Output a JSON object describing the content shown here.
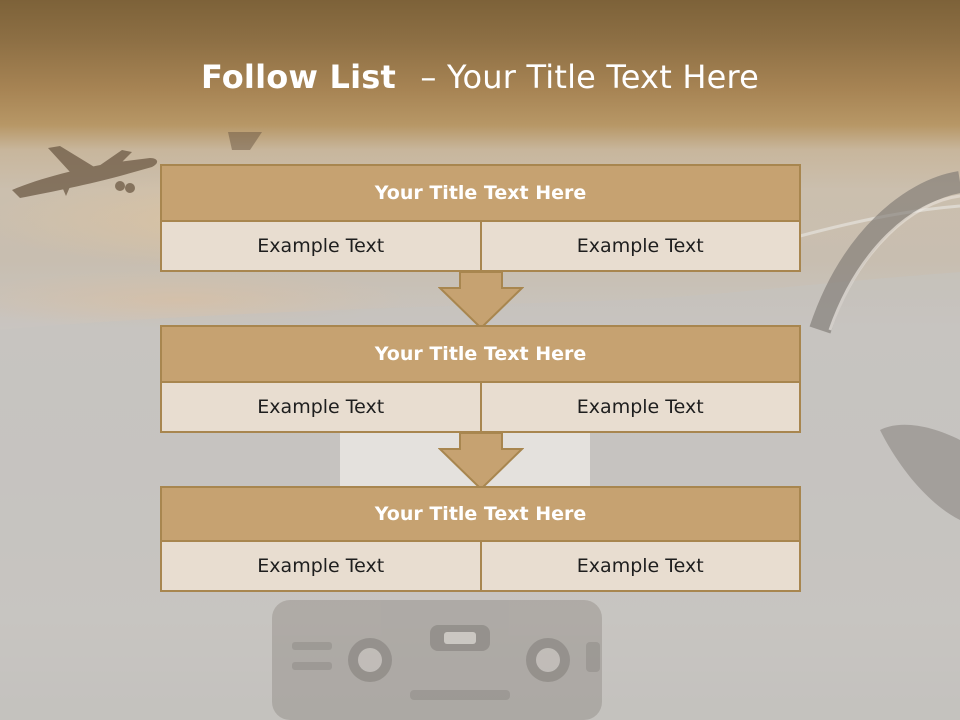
{
  "slide": {
    "title_bold": "Follow List",
    "title_rest": "– Your Title Text Here"
  },
  "colors": {
    "header_fill": "#c6a271",
    "header_border": "#a8864f",
    "cell_fill": "#e8ddd0",
    "arrow_fill": "#c6a271",
    "top_band": "#8d6f44"
  },
  "blocks": [
    {
      "title": "Your Title Text Here",
      "left_text": "Example Text",
      "right_text": "Example Text"
    },
    {
      "title": "Your Title Text Here",
      "left_text": "Example Text",
      "right_text": "Example Text"
    },
    {
      "title": "Your Title Text Here",
      "left_text": "Example Text",
      "right_text": "Example Text"
    }
  ],
  "background": {
    "scene": "car-dashboard-airplane",
    "icons": [
      "airplane-silhouette",
      "steering-wheel",
      "dashboard-console"
    ]
  }
}
